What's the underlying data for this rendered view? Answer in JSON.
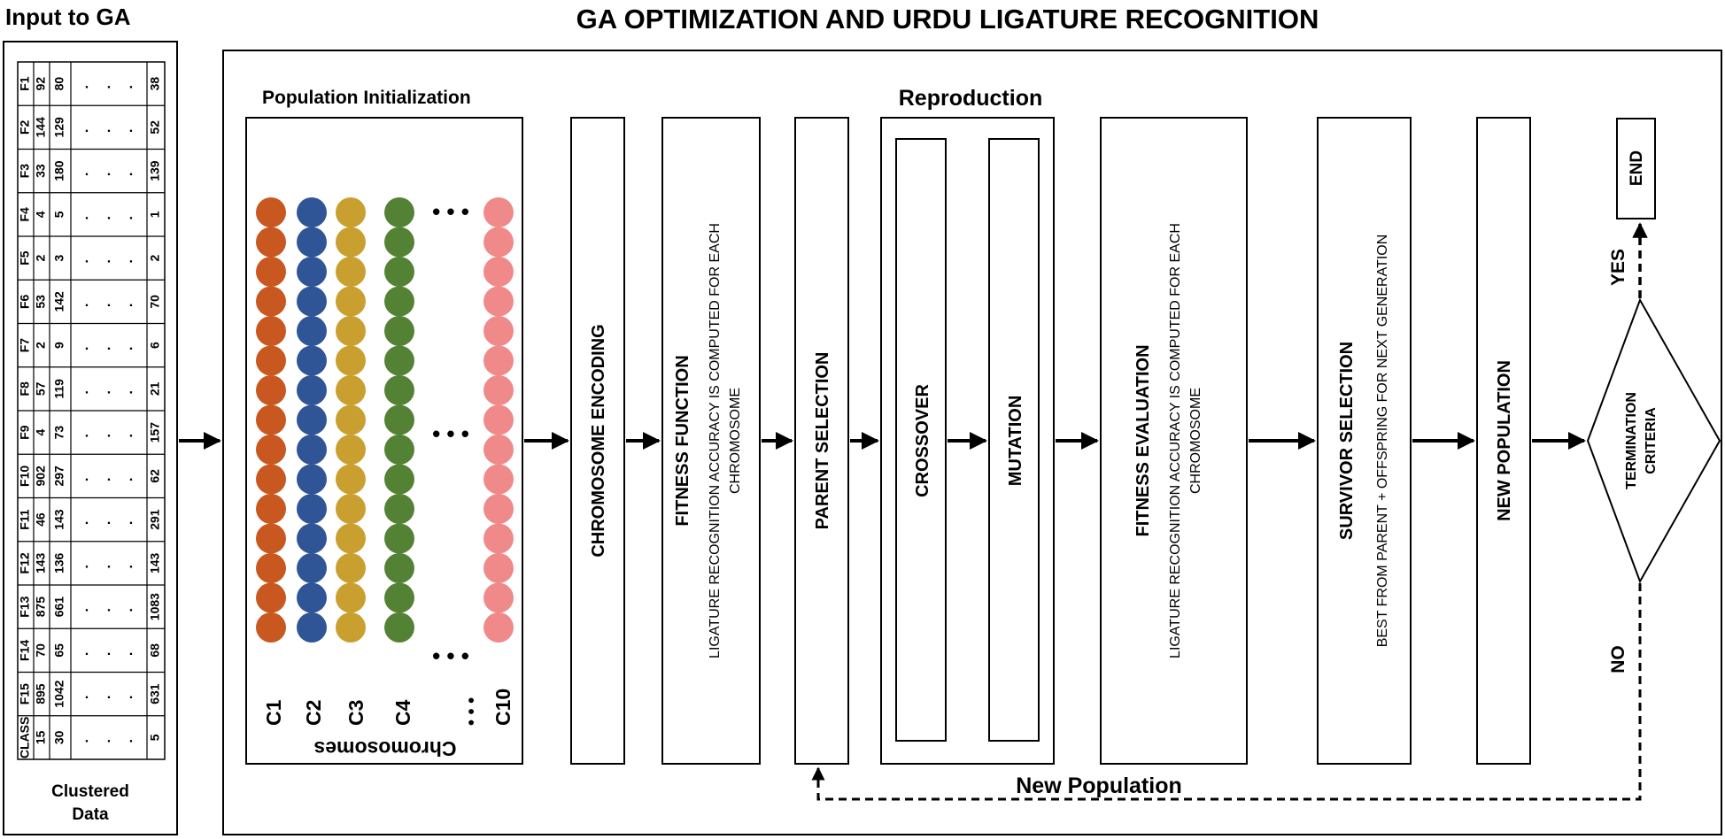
{
  "header": {
    "main_title": "GA OPTIMIZATION AND URDU LIGATURE RECOGNITION",
    "input_title": "Input to GA"
  },
  "input_panel": {
    "columns": [
      {
        "header": "F1",
        "v1": "92",
        "v2": "80",
        "last": "38"
      },
      {
        "header": "F2",
        "v1": "144",
        "v2": "129",
        "last": "52"
      },
      {
        "header": "F3",
        "v1": "33",
        "v2": "180",
        "last": "139"
      },
      {
        "header": "F4",
        "v1": "4",
        "v2": "5",
        "last": "1"
      },
      {
        "header": "F5",
        "v1": "2",
        "v2": "3",
        "last": "2"
      },
      {
        "header": "F6",
        "v1": "53",
        "v2": "142",
        "last": "70"
      },
      {
        "header": "F7",
        "v1": "2",
        "v2": "9",
        "last": "6"
      },
      {
        "header": "F8",
        "v1": "57",
        "v2": "119",
        "last": "21"
      },
      {
        "header": "F9",
        "v1": "4",
        "v2": "73",
        "last": "157"
      },
      {
        "header": "F10",
        "v1": "902",
        "v2": "297",
        "last": "62"
      },
      {
        "header": "F11",
        "v1": "46",
        "v2": "143",
        "last": "291"
      },
      {
        "header": "F12",
        "v1": "143",
        "v2": "136",
        "last": "143"
      },
      {
        "header": "F13",
        "v1": "875",
        "v2": "661",
        "last": "1083"
      },
      {
        "header": "F14",
        "v1": "70",
        "v2": "65",
        "last": "68"
      },
      {
        "header": "F15",
        "v1": "895",
        "v2": "1042",
        "last": "631"
      },
      {
        "header": "CLASS",
        "v1": "15",
        "v2": "30",
        "last": "5"
      }
    ],
    "ellipsis": ".",
    "caption_line1": "Clustered",
    "caption_line2": "Data"
  },
  "population": {
    "title": "Population Initialization",
    "chromosome_labels": [
      "C1",
      "C2",
      "C3",
      "C4",
      "C10"
    ],
    "group_label": "Chromosomes",
    "dots": "• • •",
    "colors": {
      "c1": "#c8581f",
      "c2": "#2f5597",
      "c3": "#c9a030",
      "c4": "#548235",
      "c10": "#f08a8a"
    }
  },
  "steps": {
    "reproduction_title": "Reproduction",
    "chromosome_encoding": "CHROMOSOME ENCODING",
    "fitness_function": "FITNESS FUNCTION",
    "fitness_function_desc_1": "LIGATURE RECOGNITION ACCURACY IS COMPUTED FOR EACH",
    "fitness_function_desc_2": "CHROMOSOME",
    "parent_selection": "PARENT SELECTION",
    "crossover": "CROSSOVER",
    "mutation": "MUTATION",
    "fitness_evaluation": "FITNESS EVALUATION",
    "fitness_evaluation_desc_1": "LIGATURE RECOGNITION ACCURACY IS COMPUTED FOR EACH",
    "fitness_evaluation_desc_2": "CHROMOSOME",
    "survivor_selection": "SURVIVOR SELECTION",
    "survivor_selection_desc": "BEST FROM PARENT + OFFSPRING FOR NEXT GENERATION",
    "new_population": "NEW POPULATION",
    "termination_1": "TERMINATION",
    "termination_2": "CRITERIA",
    "end": "END",
    "yes": "YES",
    "no": "NO",
    "loop_label": "New Population"
  }
}
